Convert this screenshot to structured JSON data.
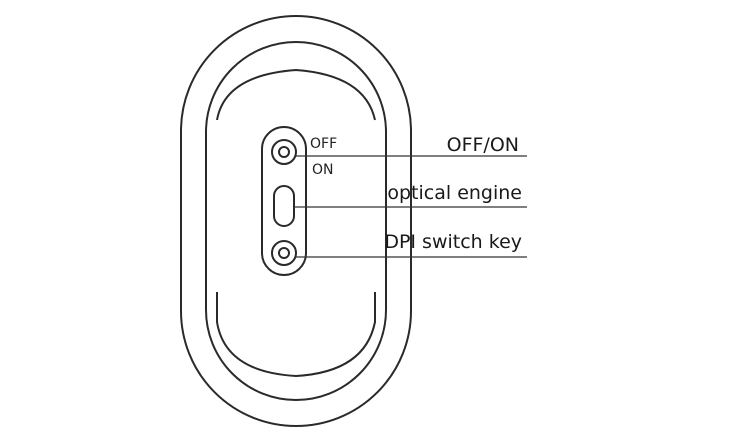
{
  "callouts": {
    "power": "OFF/ON",
    "sensor": "optical engine",
    "dpi": "DPI switch key"
  },
  "switch_labels": {
    "off": "OFF",
    "on": "ON"
  },
  "colors": {
    "line": "#2a2a2a",
    "background": "#ffffff"
  }
}
